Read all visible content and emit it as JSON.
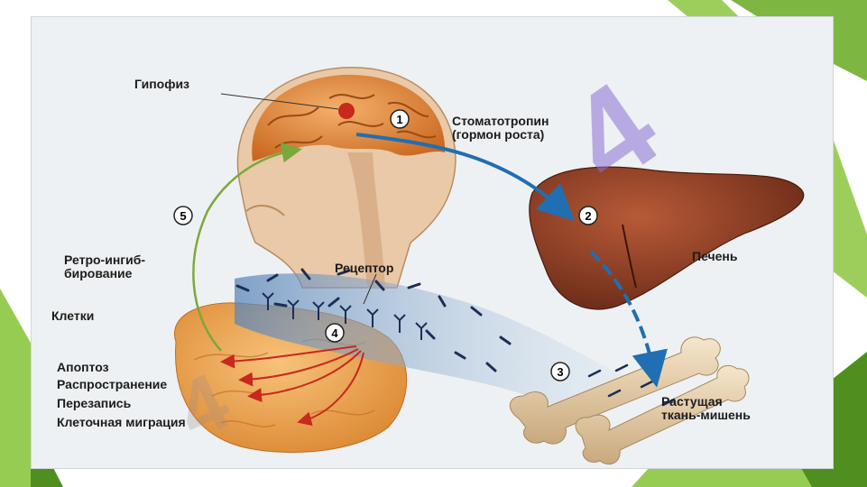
{
  "labels": {
    "pituitary": "Гипофиз",
    "somatotropin_line1": "Стоматотропин",
    "somatotropin_line2": "(гормон роста)",
    "liver": "Печень",
    "retro_line1": "Ретро-ингиб-",
    "retro_line2": "бирование",
    "receptor": "Рецептор",
    "cells": "Клетки",
    "apoptosis": "Апоптоз",
    "spread": "Распространение",
    "rewrite": "Перезапись",
    "migration": "Клеточная миграция",
    "target_line1": "Растущая",
    "target_line2": "ткань-мишень"
  },
  "markers": [
    "1",
    "2",
    "3",
    "4",
    "5"
  ],
  "watermark": "4",
  "colors": {
    "deco_green": "#8cc63f",
    "deco_dark": "#4f8f1f",
    "brain": "#e0892f",
    "liver": "#8a3a22",
    "bone": "#e7d2b1",
    "cells": "#f0a64a",
    "arrow_blue": "#1f6fb2",
    "arrow_red": "#c8281e",
    "arrow_green": "#7aa83a",
    "watermark": "#8a70d6"
  }
}
